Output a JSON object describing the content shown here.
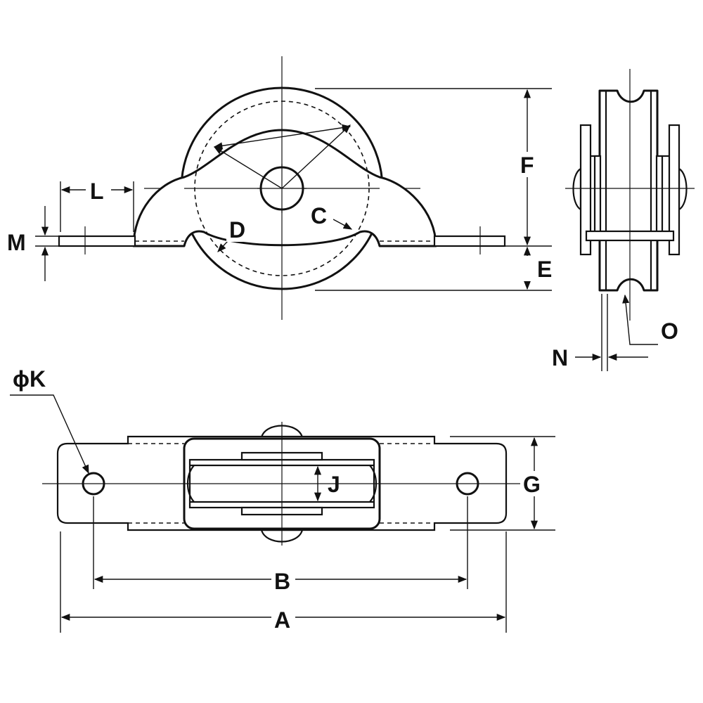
{
  "labels": {
    "A": "A",
    "B": "B",
    "C": "C",
    "D": "D",
    "E": "E",
    "F": "F",
    "G": "G",
    "J": "J",
    "K": "ϕK",
    "L": "L",
    "M": "M",
    "N": "N",
    "O": "O"
  }
}
